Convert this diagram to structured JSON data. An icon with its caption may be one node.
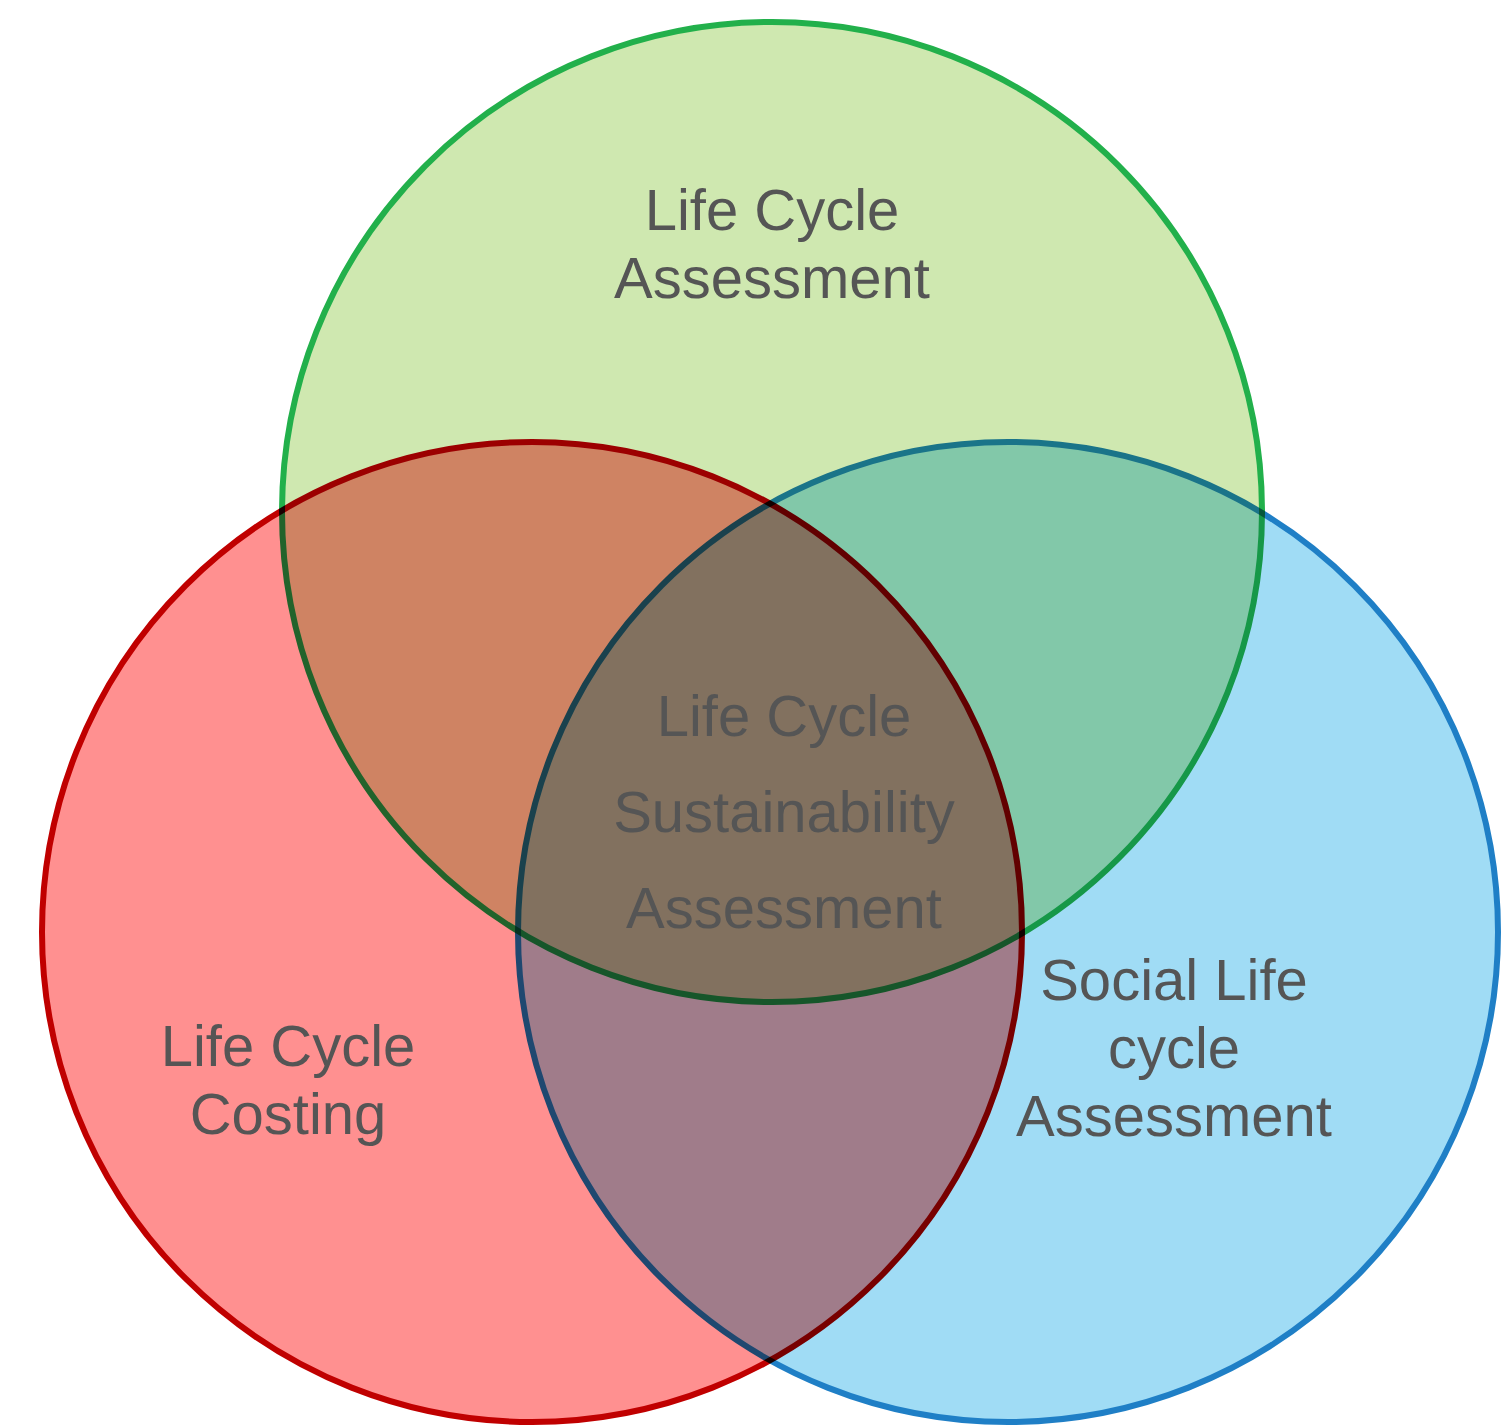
{
  "diagram": {
    "nodes": [
      {
        "text": [
          "Life Cycle Assessment"
        ]
      },
      {
        "text": [
          "Life Cycle Costing"
        ]
      },
      {
        "text": [
          "Social Life cycle Assessment"
        ]
      }
    ],
    "labels": [
      "Life Cycle Sustainability Assessment"
    ]
  }
}
